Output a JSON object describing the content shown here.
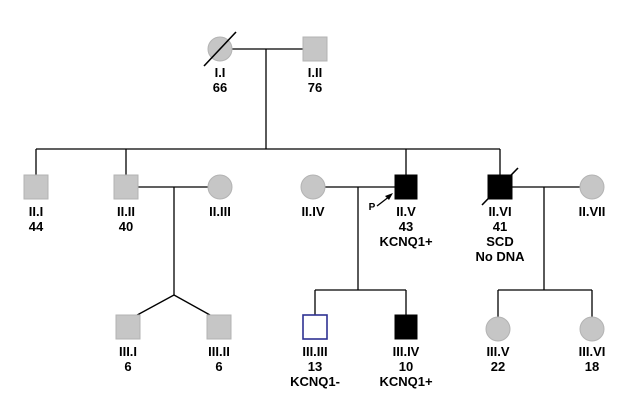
{
  "proband_marker": "P",
  "individuals": {
    "I_I": {
      "lines": [
        "I.I",
        "66"
      ],
      "status": "unaffected",
      "deceased": true
    },
    "I_II": {
      "lines": [
        "I.II",
        "76"
      ],
      "status": "unaffected"
    },
    "II_I": {
      "lines": [
        "II.I",
        "44"
      ],
      "status": "unaffected"
    },
    "II_II": {
      "lines": [
        "II.II",
        "40"
      ],
      "status": "unaffected"
    },
    "II_III": {
      "lines": [
        "II.III"
      ],
      "status": "unaffected"
    },
    "II_IV": {
      "lines": [
        "II.IV"
      ],
      "status": "unaffected"
    },
    "II_V": {
      "lines": [
        "II.V",
        "43",
        "KCNQ1+"
      ],
      "status": "affected",
      "proband": true
    },
    "II_VI": {
      "lines": [
        "II.VI",
        "41",
        "SCD",
        "No DNA"
      ],
      "status": "affected",
      "deceased": true
    },
    "II_VII": {
      "lines": [
        "II.VII"
      ],
      "status": "unaffected"
    },
    "III_I": {
      "lines": [
        "III.I",
        "6"
      ],
      "status": "unaffected"
    },
    "III_II": {
      "lines": [
        "III.II",
        "6"
      ],
      "status": "unaffected"
    },
    "III_III": {
      "lines": [
        "III.III",
        "13",
        "KCNQ1-"
      ],
      "status": "unaffected-tested-negative"
    },
    "III_IV": {
      "lines": [
        "III.IV",
        "10",
        "KCNQ1+"
      ],
      "status": "affected"
    },
    "III_V": {
      "lines": [
        "III.V",
        "22"
      ],
      "status": "unaffected"
    },
    "III_VI": {
      "lines": [
        "III.VI",
        "18"
      ],
      "status": "unaffected"
    }
  }
}
